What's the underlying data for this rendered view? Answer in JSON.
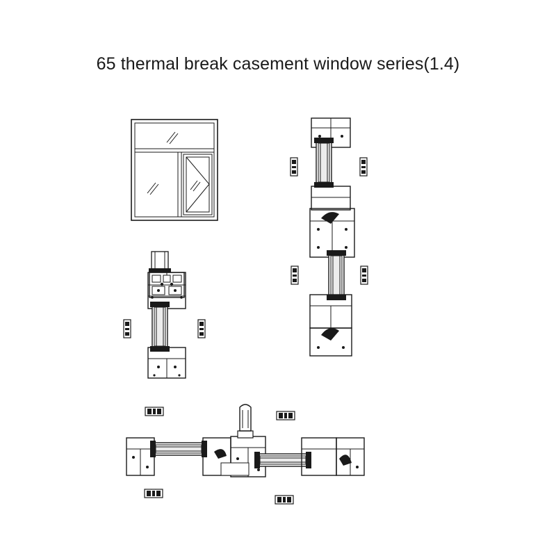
{
  "title": "65 thermal break casement window series(1.4)",
  "colors": {
    "line": "#1a1a1a",
    "fill": "#ffffff",
    "glass": "#e9e9e9"
  },
  "views": [
    {
      "id": "elevation"
    },
    {
      "id": "vertical-section-left"
    },
    {
      "id": "vertical-section-right"
    },
    {
      "id": "horizontal-section"
    }
  ]
}
